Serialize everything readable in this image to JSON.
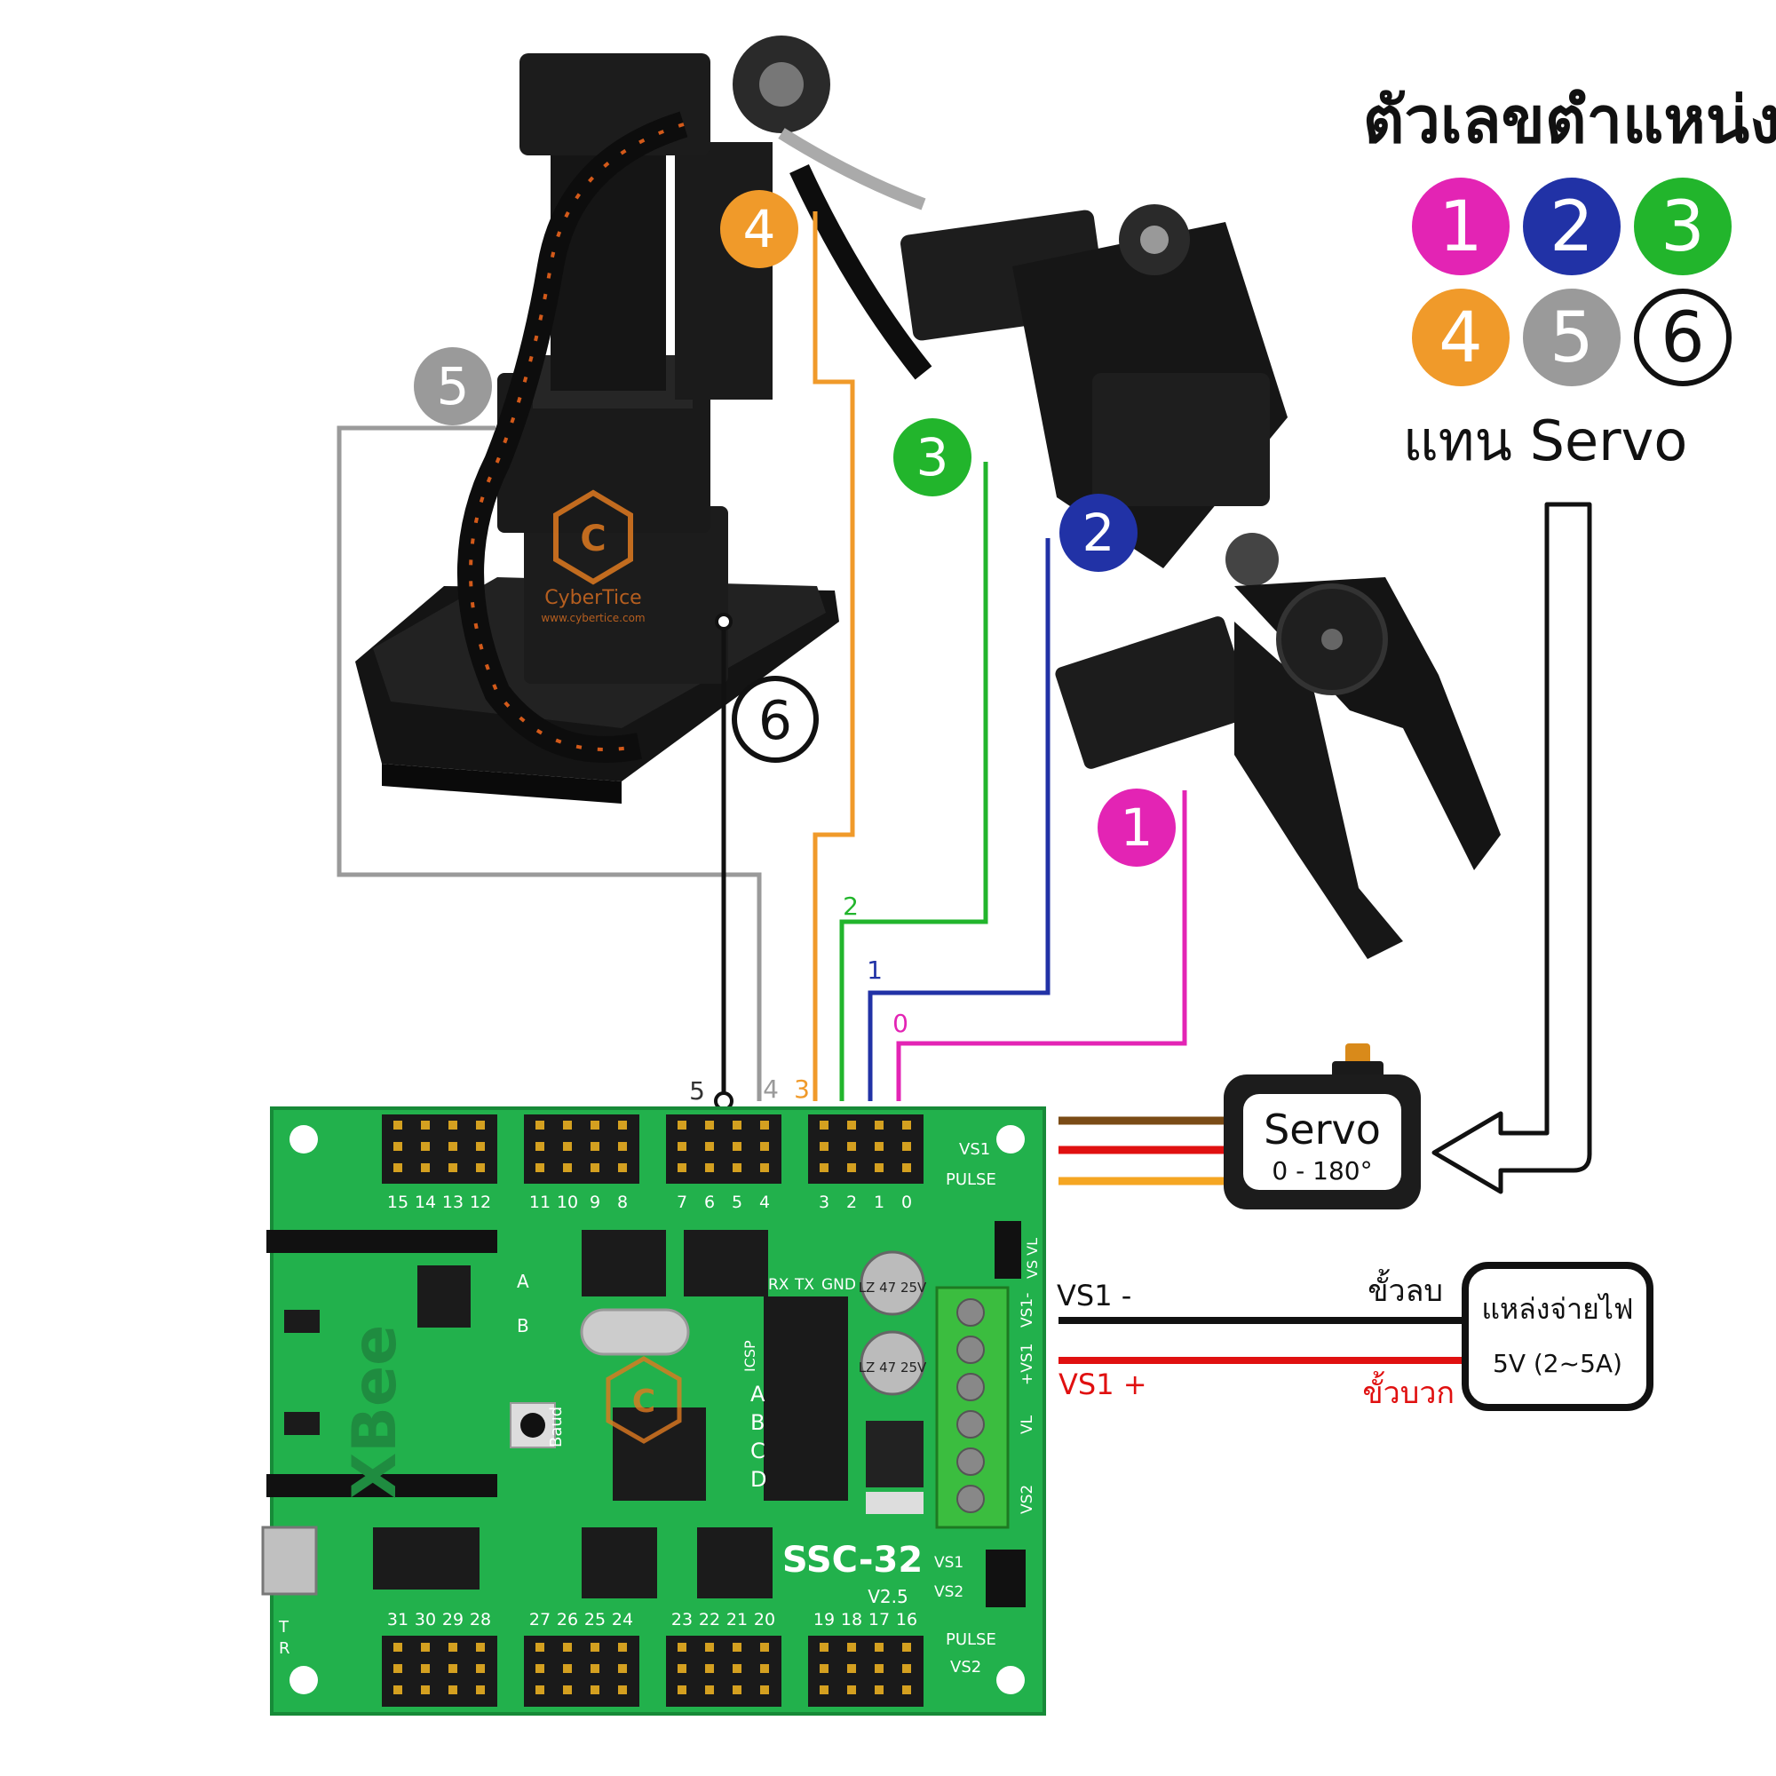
{
  "legend": {
    "title": "ตัวเลขตำแหน่ง",
    "subtitle": "แทน Servo",
    "badges": [
      {
        "num": "1",
        "color": "#e324b4"
      },
      {
        "num": "2",
        "color": "#2132a6"
      },
      {
        "num": "3",
        "color": "#22b52c"
      },
      {
        "num": "4",
        "color": "#f09a2a"
      },
      {
        "num": "5",
        "color": "#9a9a9a"
      },
      {
        "num": "6",
        "color": "#ffffff"
      }
    ]
  },
  "arm_markers": {
    "m1": "1",
    "m2": "2",
    "m3": "3",
    "m4": "4",
    "m5": "5",
    "m6": "6"
  },
  "channel_labels": {
    "c0": "0",
    "c1": "1",
    "c2": "2",
    "c3": "3",
    "c4": "4",
    "c5": "5"
  },
  "servo_box": {
    "title": "Servo",
    "range": "0 - 180°"
  },
  "power": {
    "vs1_minus": "VS1 -",
    "vs1_plus": "VS1 +",
    "terminal_negative": "ขั้วลบ",
    "terminal_positive": "ขั้วบวก",
    "supply_title": "แหล่งจ่ายไฟ",
    "supply_spec": "5V (2~5A)"
  },
  "board": {
    "name": "SSC-32",
    "version": "V2.5",
    "xbee": "XBee",
    "brand": "CyberTice",
    "brand_url": "www.cybertice.com",
    "top_pins": [
      "15",
      "14",
      "13",
      "12",
      "11",
      "10",
      "9",
      "8",
      "7",
      "6",
      "5",
      "4",
      "3",
      "2",
      "1",
      "0"
    ],
    "bottom_pins": [
      "31",
      "30",
      "29",
      "28",
      "27",
      "26",
      "25",
      "24",
      "23",
      "22",
      "21",
      "20",
      "19",
      "18",
      "17",
      "16"
    ],
    "labels": {
      "vs1": "VS1",
      "pulse": "PULSE",
      "vs2": "VS2",
      "rx": "RX",
      "tx": "TX",
      "gnd": "GND",
      "icsp": "ICSP",
      "baud": "Baud",
      "a": "A",
      "b": "B",
      "c": "C",
      "d": "D",
      "vs_vl": "VS VL",
      "t": "T",
      "r": "R",
      "term_vs1n": "VS1-",
      "term_vs1p": "+VS1",
      "term_vl": "VL",
      "term_vs2": "VS2",
      "cap1": "LZ 47 25V"
    }
  },
  "colors": {
    "magenta": "#e324b4",
    "blue": "#2132a6",
    "green": "#22b52c",
    "orange": "#f09a2a",
    "gray": "#9a9a9a",
    "black": "#111111",
    "pcb": "#22b14c",
    "wire_brown": "#7a4b16",
    "wire_red": "#e01010"
  }
}
